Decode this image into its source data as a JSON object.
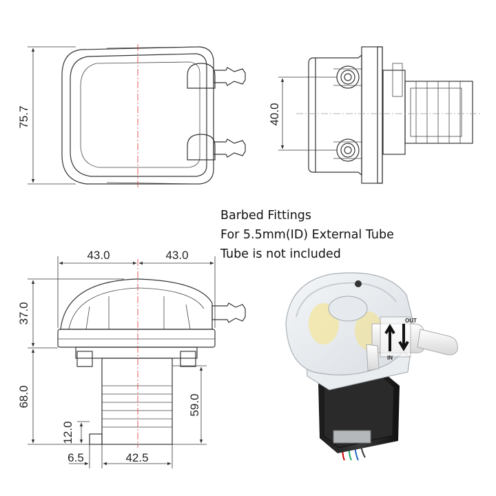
{
  "dimensions": {
    "top_height": "75.7",
    "side_spacing": "40.0",
    "left_width": "43.0",
    "right_width": "43.0",
    "head_height": "37.0",
    "motor_height": "68.0",
    "body_height": "59.0",
    "shaft_height": "12.0",
    "offset": "6.5",
    "motor_width": "42.5"
  },
  "notes": {
    "line1": "Barbed Fittings",
    "line2": "For 5.5mm(ID) External Tube",
    "line3": "Tube is not included"
  },
  "photo_labels": {
    "out": "OUT",
    "in": "IN"
  }
}
